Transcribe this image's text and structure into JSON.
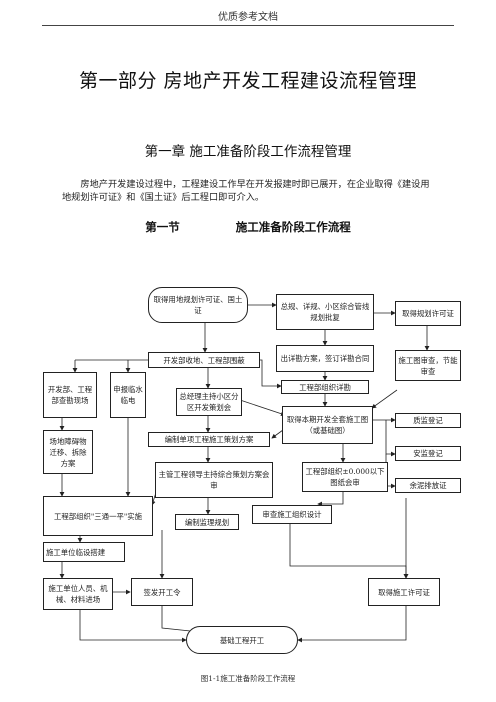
{
  "header": {
    "text": "优质参考文档"
  },
  "part_title": "第一部分   房地产开发工程建设流程管理",
  "chapter_title": "第一章    施工准备阶段工作流程管理",
  "intro": "房地产开发建设过程中，工程建设工作早在开发报建时即已展开，在企业取得《建设用地规划许可证》和《国土证》后工程口即可介入。",
  "section": {
    "number": "第一节",
    "title": "施工准备阶段工作流程"
  },
  "flow": {
    "start": "取得用地规划许可证、国土证",
    "detail_plan": "总规、详规、小区综合管线规划批复",
    "planning_permit": "取得规划许可证",
    "survey_plan": "出详勘方案，签订详勘合同",
    "site_work": "开发部收地、工程部围蔽",
    "dev_dept": "开发部、工程部查勘现场",
    "utilities": "申报临水临电",
    "general_manager": "总经理主持小区分区开发策划会",
    "organize_survey": "工程部组织详勘",
    "drawing_review": "施工图审查，节能审查",
    "demolition": "场地障碍物迁移、拆除方案",
    "construction_plan": "编制单项工程施工策划方案",
    "design_drawings": "取得本期开发全套施工图（或基础图）",
    "quality_reg": "质监登记",
    "safety_reg": "安监登记",
    "waste_permit": "余泥排放证",
    "leader_review": "主管工程领导主持综合策划方案会审",
    "below_zero_review": "工程部组织±0.000以下图纸会审",
    "three_one": "工程部组织\"三通一平\"实施",
    "construction_design": "审查施工组织设计",
    "supervision_plan": "编制监理规划",
    "temp_facilities": "施工单位临设搭建",
    "mobilize": "施工单位人员、机械、材料进场",
    "start_order": "签发开工令",
    "construction_permit": "取得施工许可证",
    "foundation_start": "基础工程开工"
  },
  "caption": "图1-1施工准备阶段工作流程"
}
